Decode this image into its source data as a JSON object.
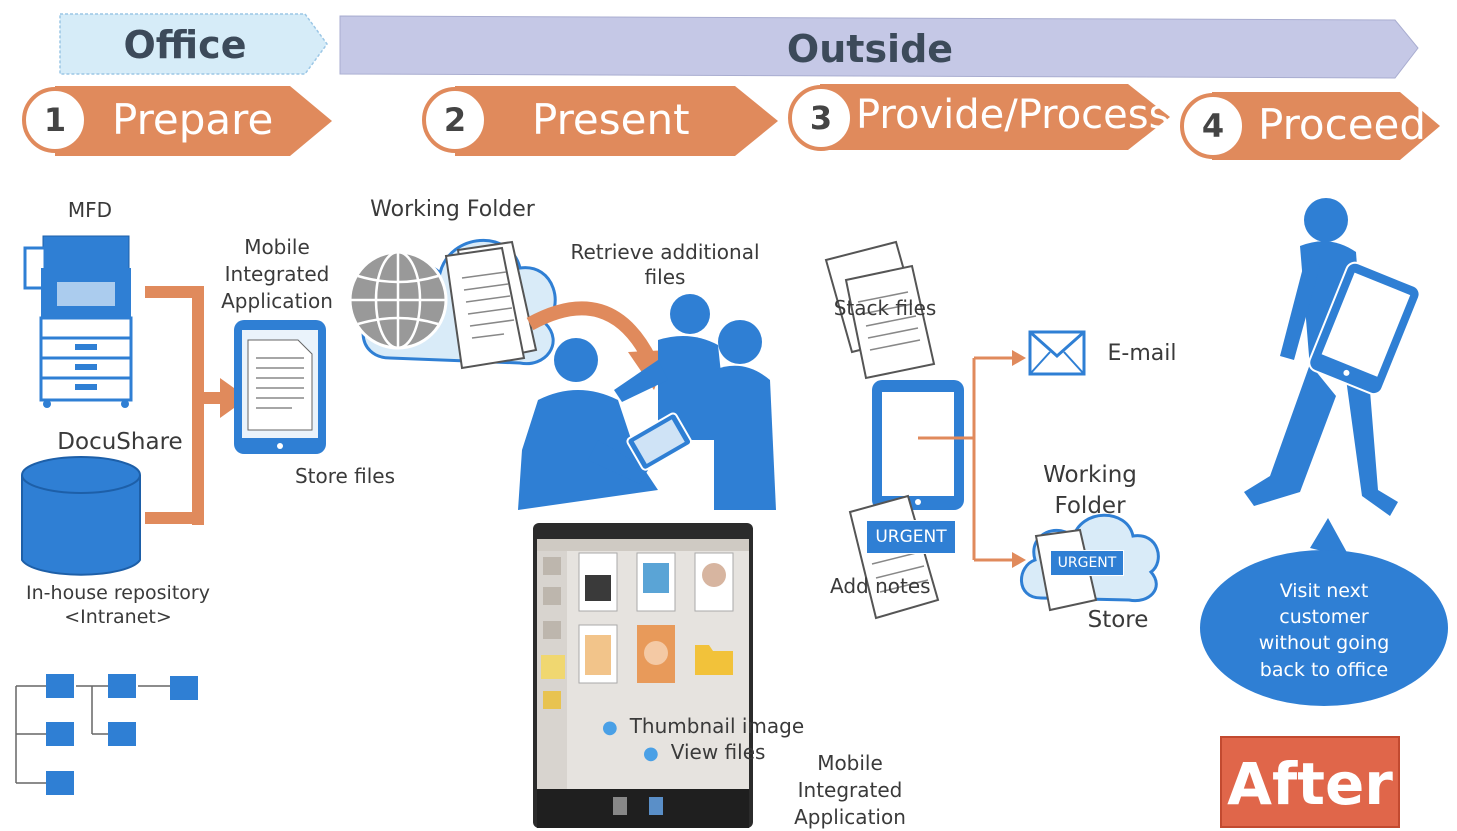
{
  "phases": {
    "office": "Office",
    "outside": "Outside"
  },
  "steps": [
    {
      "num": "1",
      "label": "Prepare"
    },
    {
      "num": "2",
      "label": "Present"
    },
    {
      "num": "3",
      "label": "Provide/Process"
    },
    {
      "num": "4",
      "label": "Proceed"
    }
  ],
  "prepare": {
    "mfd": "MFD",
    "docushare": "DocuShare",
    "repo_line1": "In-house repository",
    "repo_line2": "<Intranet>",
    "app_line1": "Mobile",
    "app_line2": "Integrated",
    "app_line3": "Application",
    "store_files": "Store files"
  },
  "present": {
    "working_folder": "Working Folder",
    "retrieve_line1": "Retrieve additional",
    "retrieve_line2": "files",
    "thumbnail": "Thumbnail image",
    "view_files": "View files",
    "app_line1": "Mobile",
    "app_line2": "Integrated",
    "app_line3": "Application"
  },
  "provide": {
    "stack_files": "Stack files",
    "urgent": "URGENT",
    "add_notes": "Add notes",
    "email": "E-mail",
    "wf_line1": "Working",
    "wf_line2": "Folder",
    "urgent_small": "URGENT",
    "store": "Store"
  },
  "proceed": {
    "bubble_line1": "Visit next",
    "bubble_line2": "customer",
    "bubble_line3": "without going",
    "bubble_line4": "back to office",
    "after": "After"
  },
  "colors": {
    "orange": "#e08a5c",
    "blue": "#2f7fd4",
    "office_band": "#d6ecf8",
    "outside_band": "#c5c8e6",
    "after": "#e0664a"
  }
}
